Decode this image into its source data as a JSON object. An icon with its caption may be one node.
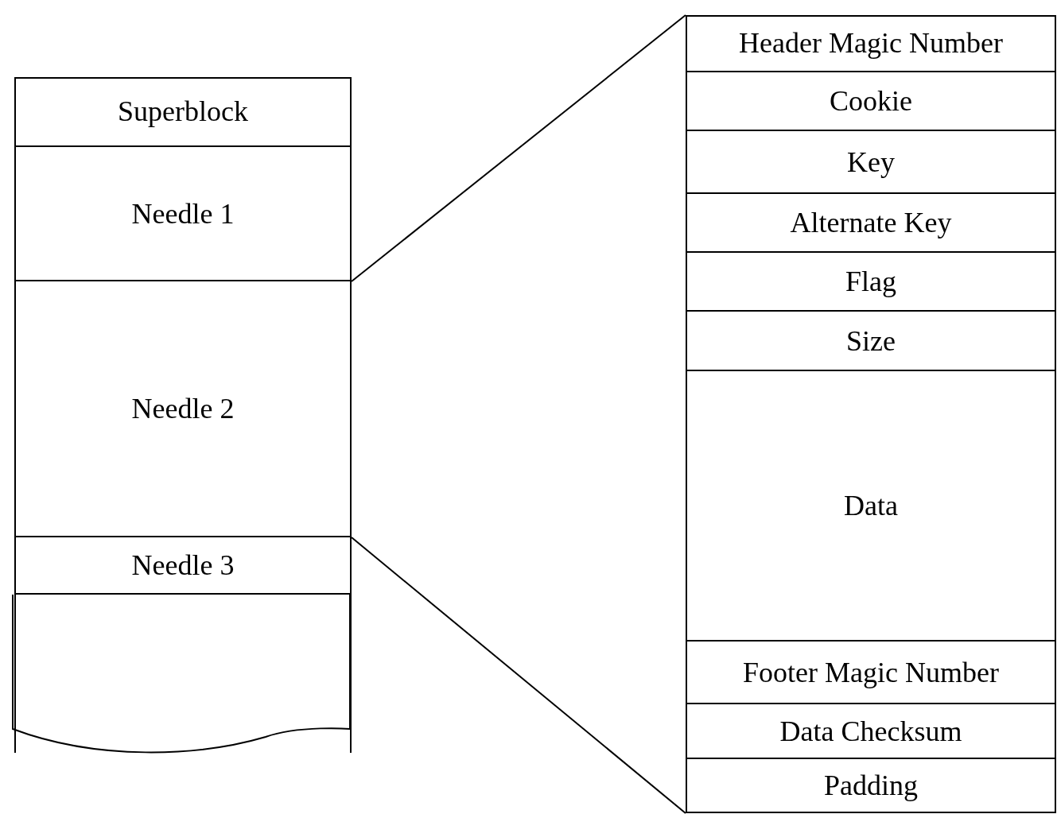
{
  "diagram": {
    "nodes": [
      {
        "text": [],
        "shape": "box"
      },
      {
        "text": [
          "Superblock"
        ],
        "in": 0
      },
      {
        "text": [
          "Needle 1"
        ],
        "in": 0
      },
      {
        "text": [
          "Needle 2"
        ],
        "in": 0
      },
      {
        "text": [
          "Needle 3"
        ],
        "in": 0
      },
      {
        "text": [],
        "shape": "box",
        "in": 0
      },
      {
        "text": [],
        "shape": "box"
      },
      {
        "text": [
          "Header Magic Number"
        ],
        "in": 6
      },
      {
        "text": [
          "Cookie"
        ],
        "in": 6
      },
      {
        "text": [
          "Key"
        ],
        "in": 6
      },
      {
        "text": [
          "Alternate Key"
        ],
        "in": 6
      },
      {
        "text": [
          "Flag"
        ],
        "in": 6
      },
      {
        "text": [
          "Size"
        ],
        "in": 6
      },
      {
        "text": [
          "Data"
        ],
        "in": 6
      },
      {
        "text": [
          "Footer Magic Number"
        ],
        "in": 6
      },
      {
        "text": [
          "Data Checksum"
        ],
        "in": 6
      },
      {
        "text": [
          "Padding"
        ],
        "in": 6
      }
    ],
    "edges": [
      {
        "from": 3,
        "to": 6,
        "arrow": "none"
      },
      {
        "from": 3,
        "to": 6,
        "arrow": "none"
      }
    ]
  }
}
